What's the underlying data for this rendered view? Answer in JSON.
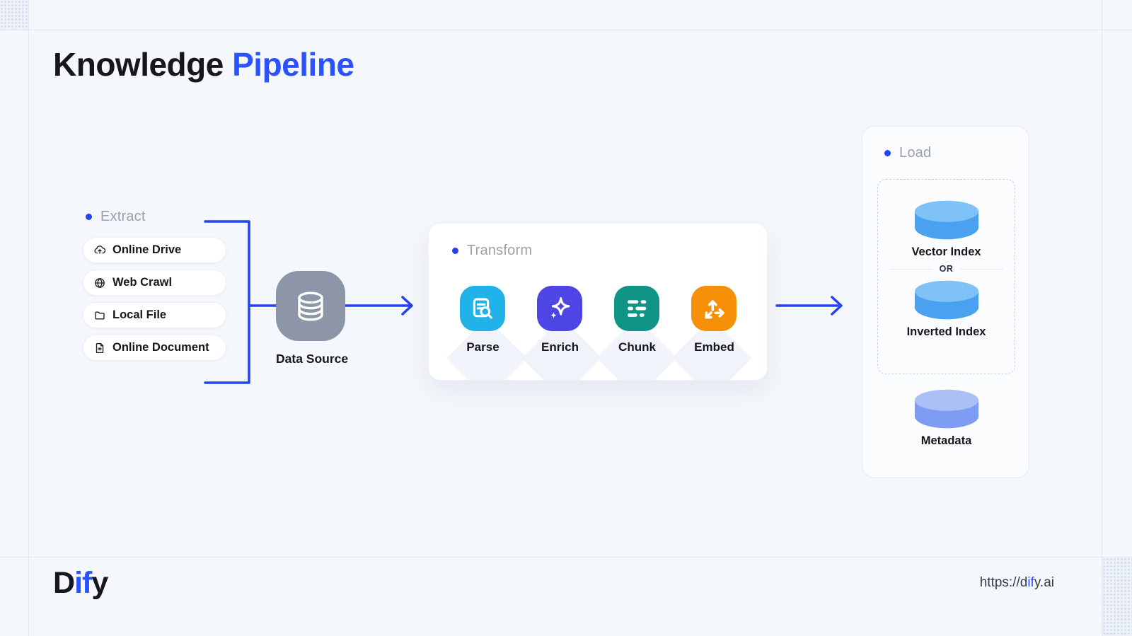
{
  "title": {
    "black_part": "Knowledge",
    "blue_part": " Pipeline"
  },
  "colors": {
    "accent_blue": "#2443f0",
    "title_blue": "#2b52ff",
    "section_label_gray": "#9aa0ad",
    "data_source_gray": "#8c96a8",
    "parse_cyan": "#20b2e8",
    "enrich_indigo": "#4e46e4",
    "chunk_teal": "#0e9384",
    "embed_orange": "#f59008",
    "index_cylinder_blue": "#4aa1f0",
    "metadata_cylinder_periwinkle": "#7e9cf2"
  },
  "extract": {
    "label": "Extract",
    "items": [
      {
        "label": "Online Drive",
        "icon": "cloud-upload-icon"
      },
      {
        "label": "Web Crawl",
        "icon": "globe-icon"
      },
      {
        "label": "Local File",
        "icon": "folder-icon"
      },
      {
        "label": "Online Document",
        "icon": "document-icon"
      }
    ]
  },
  "data_source": {
    "label": "Data Source",
    "icon": "database-icon"
  },
  "transform": {
    "label": "Transform",
    "steps": [
      {
        "label": "Parse",
        "icon": "document-search-icon",
        "color": "#20b2e8"
      },
      {
        "label": "Enrich",
        "icon": "sparkle-icon",
        "color": "#4e46e4"
      },
      {
        "label": "Chunk",
        "icon": "text-lines-icon",
        "color": "#0e9384"
      },
      {
        "label": "Embed",
        "icon": "branch-arrows-icon",
        "color": "#f59008"
      }
    ]
  },
  "load": {
    "label": "Load",
    "vector_index_label": "Vector Index",
    "or_label": "OR",
    "inverted_index_label": "Inverted Index",
    "metadata_label": "Metadata"
  },
  "footer": {
    "logo_d": "D",
    "logo_if": "if",
    "logo_y": "y",
    "url_prefix": "https://d",
    "url_highlight": "if",
    "url_suffix": "y.ai"
  }
}
